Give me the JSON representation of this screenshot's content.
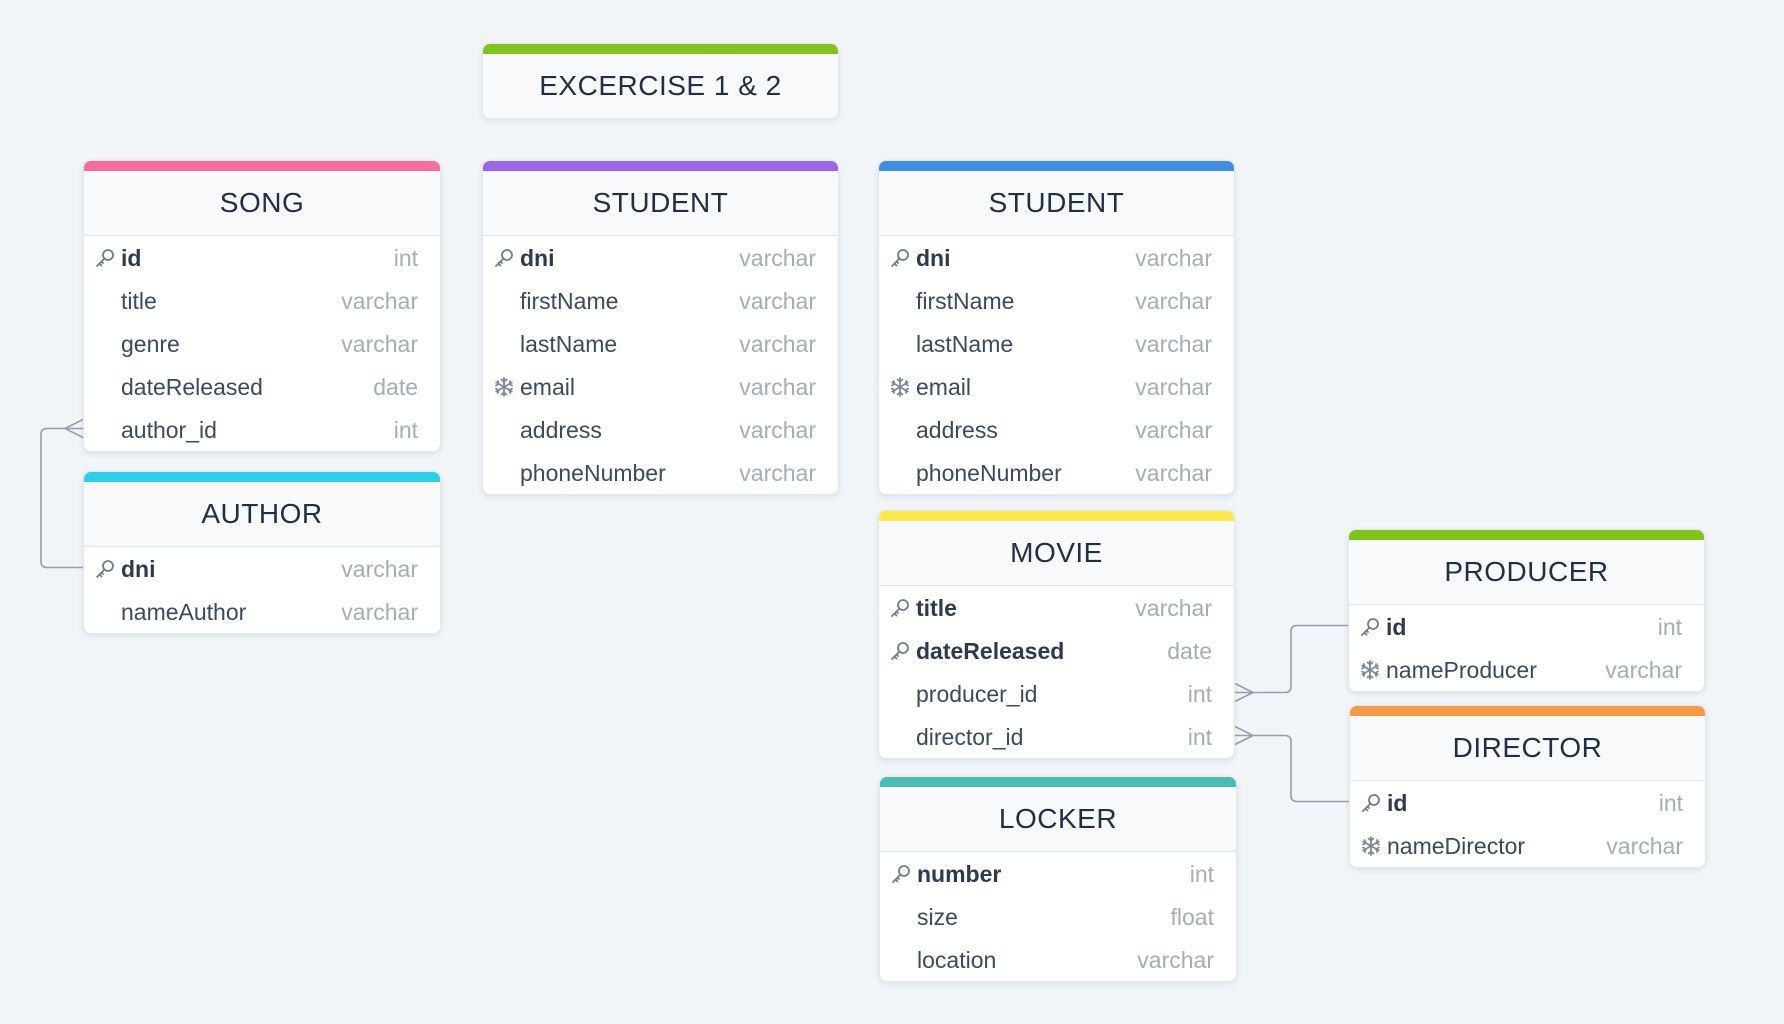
{
  "colors": {
    "background": "#f1f5f8",
    "connector": "#8fa0b3"
  },
  "icons": {
    "primary_key": "key-icon",
    "unique": "snowflake-icon"
  },
  "note": {
    "title": "EXCERCISE 1 & 2",
    "color": "#7fc31c"
  },
  "tables": [
    {
      "id": "song",
      "name": "SONG",
      "color": "#f36f97",
      "fields": [
        {
          "name": "id",
          "type": "int",
          "key": "pk"
        },
        {
          "name": "title",
          "type": "varchar"
        },
        {
          "name": "genre",
          "type": "varchar"
        },
        {
          "name": "dateReleased",
          "type": "date"
        },
        {
          "name": "author_id",
          "type": "int"
        }
      ]
    },
    {
      "id": "author",
      "name": "AUTHOR",
      "color": "#2dcfe6",
      "fields": [
        {
          "name": "dni",
          "type": "varchar",
          "key": "pk"
        },
        {
          "name": "nameAuthor",
          "type": "varchar"
        }
      ]
    },
    {
      "id": "student1",
      "name": "STUDENT",
      "color": "#9a66e8",
      "fields": [
        {
          "name": "dni",
          "type": "varchar",
          "key": "pk"
        },
        {
          "name": "firstName",
          "type": "varchar"
        },
        {
          "name": "lastName",
          "type": "varchar"
        },
        {
          "name": "email",
          "type": "varchar",
          "key": "unique"
        },
        {
          "name": "address",
          "type": "varchar"
        },
        {
          "name": "phoneNumber",
          "type": "varchar"
        }
      ]
    },
    {
      "id": "student2",
      "name": "STUDENT",
      "color": "#3f8fde",
      "fields": [
        {
          "name": "dni",
          "type": "varchar",
          "key": "pk"
        },
        {
          "name": "firstName",
          "type": "varchar"
        },
        {
          "name": "lastName",
          "type": "varchar"
        },
        {
          "name": "email",
          "type": "varchar",
          "key": "unique"
        },
        {
          "name": "address",
          "type": "varchar"
        },
        {
          "name": "phoneNumber",
          "type": "varchar"
        }
      ]
    },
    {
      "id": "movie",
      "name": "MOVIE",
      "color": "#fbe84b",
      "fields": [
        {
          "name": "title",
          "type": "varchar",
          "key": "pk"
        },
        {
          "name": "dateReleased",
          "type": "date",
          "key": "pk"
        },
        {
          "name": "producer_id",
          "type": "int"
        },
        {
          "name": "director_id",
          "type": "int"
        }
      ]
    },
    {
      "id": "locker",
      "name": "LOCKER",
      "color": "#4dbab4",
      "fields": [
        {
          "name": "number",
          "type": "int",
          "key": "pk"
        },
        {
          "name": "size",
          "type": "float"
        },
        {
          "name": "location",
          "type": "varchar"
        }
      ]
    },
    {
      "id": "producer",
      "name": "PRODUCER",
      "color": "#7fc31c",
      "fields": [
        {
          "name": "id",
          "type": "int",
          "key": "pk"
        },
        {
          "name": "nameProducer",
          "type": "varchar",
          "key": "unique"
        }
      ]
    },
    {
      "id": "director",
      "name": "DIRECTOR",
      "color": "#f59a47",
      "fields": [
        {
          "name": "id",
          "type": "int",
          "key": "pk"
        },
        {
          "name": "nameDirector",
          "type": "varchar",
          "key": "unique"
        }
      ]
    }
  ],
  "relationships": [
    {
      "from": "song.author_id",
      "to": "author.dni",
      "type": "many-to-one"
    },
    {
      "from": "movie.producer_id",
      "to": "producer.id",
      "type": "many-to-one"
    },
    {
      "from": "movie.director_id",
      "to": "director.id",
      "type": "many-to-one"
    }
  ]
}
